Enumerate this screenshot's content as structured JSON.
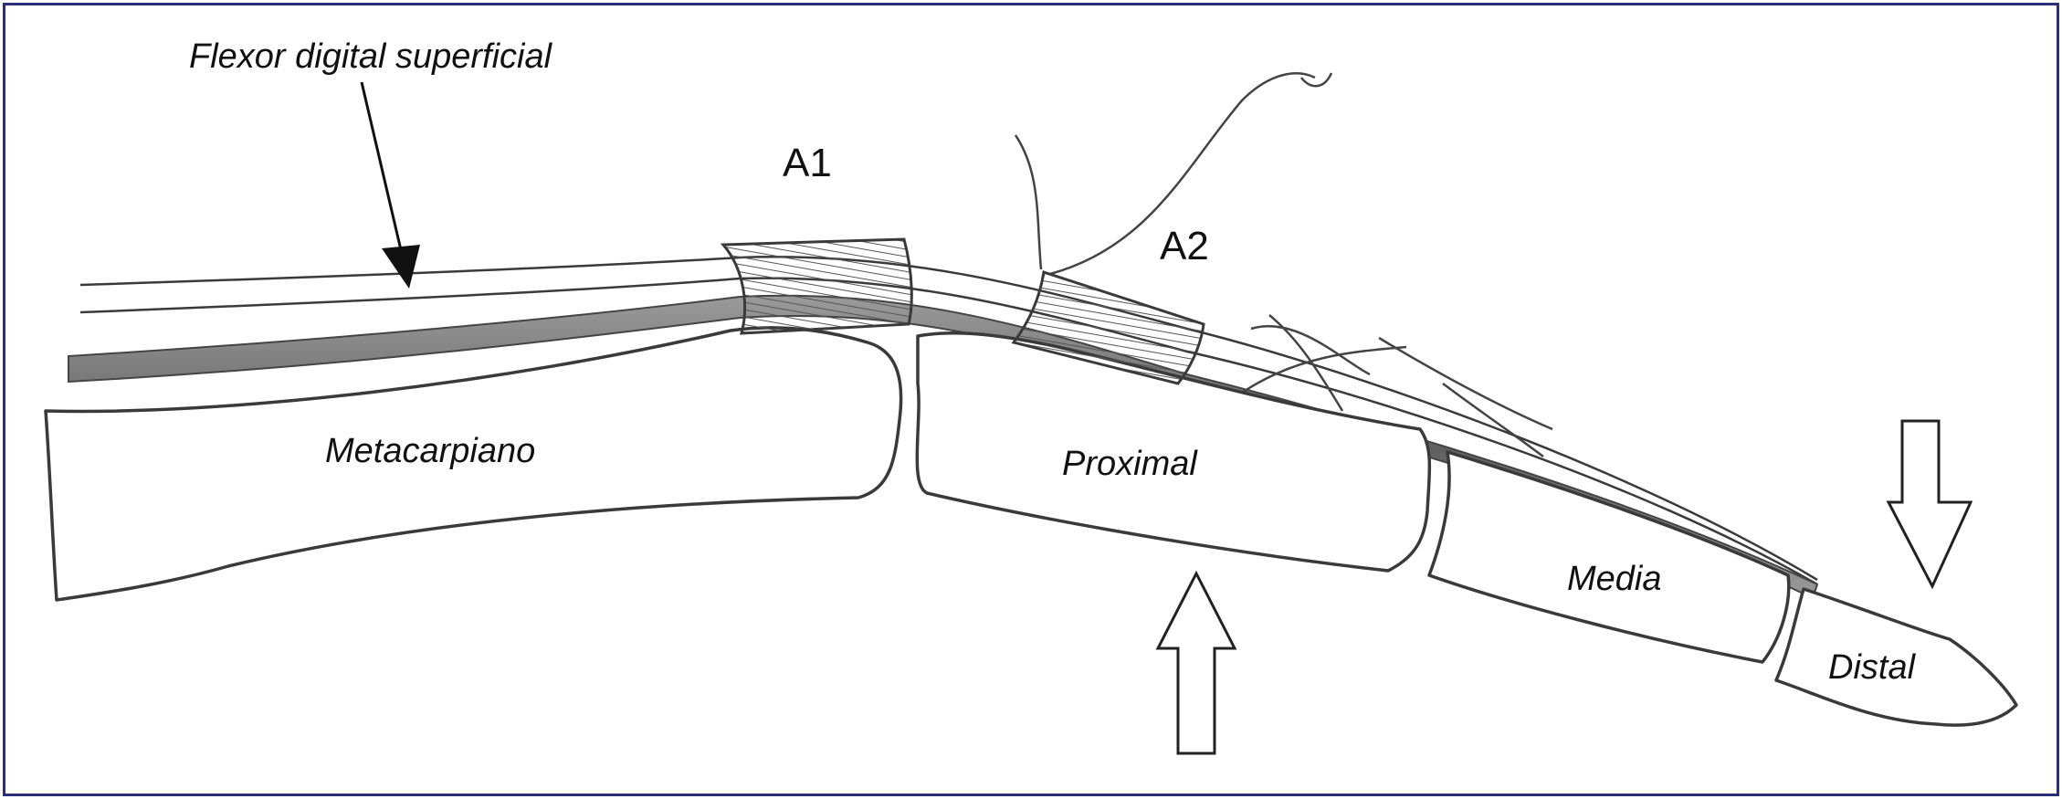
{
  "labels": {
    "tendon": "Flexor digital superficial",
    "pulley_a1": "A1",
    "pulley_a2": "A2",
    "bone_metacarpal": "Metacarpiano",
    "bone_proximal": "Proximal",
    "bone_middle": "Media",
    "bone_distal": "Distal"
  },
  "colors": {
    "frame": "#2b2f7a",
    "ink": "#3a3a3a",
    "tendon_shade": "#7a7a7a"
  },
  "icons": {
    "tendon_pointer": "arrow-down-solid",
    "force_up": "arrow-up-outline",
    "force_down": "arrow-down-outline"
  }
}
